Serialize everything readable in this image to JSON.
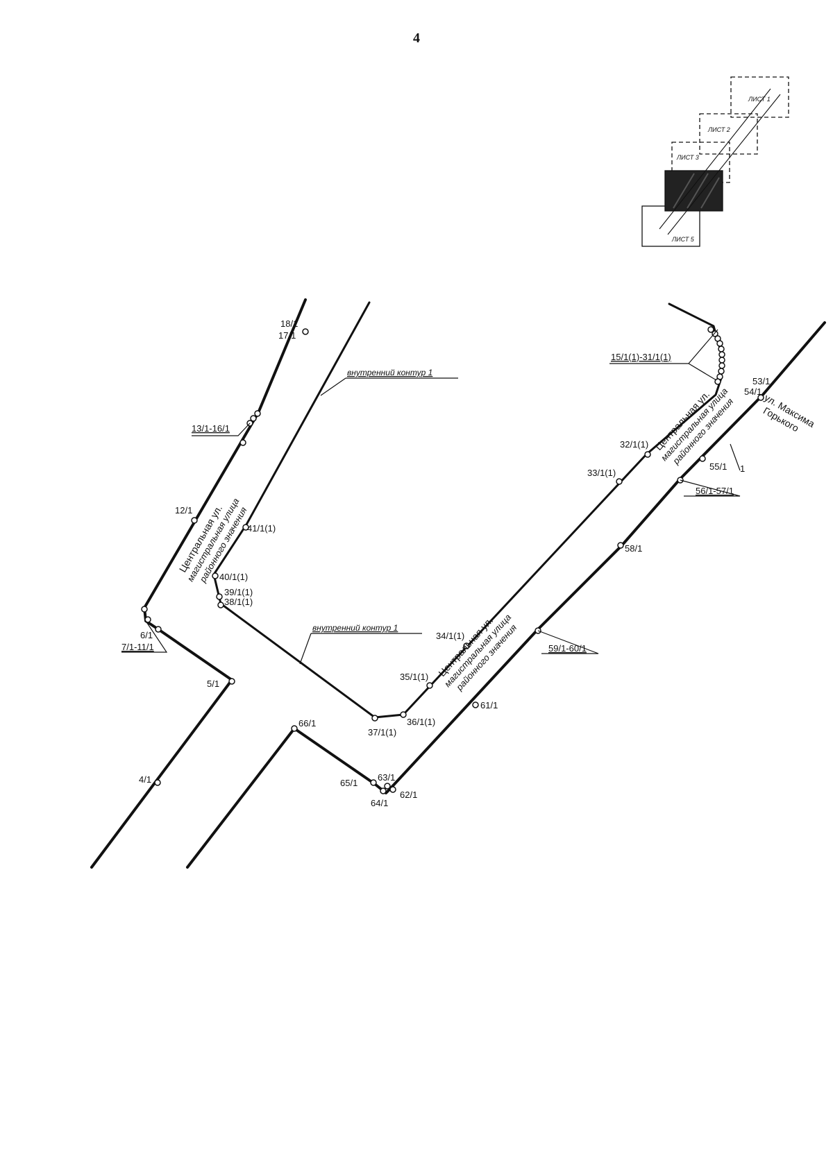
{
  "page_number": "4",
  "index_map": {
    "sheets": [
      "ЛИСТ 1",
      "ЛИСТ 2",
      "ЛИСТ 3",
      "ЛИСТ 5"
    ]
  },
  "contour_labels": [
    "внутренний контур 1",
    "внутренний контур 1"
  ],
  "streets": {
    "central_1": {
      "line1": "Центральная ул.",
      "line2": "магистральная улица",
      "line3": "районного значения"
    },
    "central_2": {
      "line1": "Центральная ул.",
      "line2": "магистральная улица",
      "line3": "районного значения"
    },
    "central_3": {
      "line1": "Центральная ул.",
      "line2": "магистральная улица",
      "line3": "районного значения"
    },
    "gorky": {
      "line1": "ул. Максима",
      "line2": "Горького"
    }
  },
  "point_labels": {
    "p18": "18/1",
    "p17": "17/1",
    "p13_16": "13/1-16/1",
    "p12": "12/1",
    "p6": "6/1",
    "p7_11": "7/1-11/1",
    "p5": "5/1",
    "p4": "4/1",
    "p41": "41/1(1)",
    "p40": "40/1(1)",
    "p39": "39/1(1)",
    "p38": "38/1(1)",
    "p37": "37/1(1)",
    "p36": "36/1(1)",
    "p35": "35/1(1)",
    "p34": "34/1(1)",
    "p33": "33/1(1)",
    "p32": "32/1(1)",
    "p15_31": "15/1(1)-31/1(1)",
    "p53": "53/1",
    "p54": "54/1",
    "p55": "55/1",
    "p56_57": "56/1-57/1",
    "p58": "58/1",
    "p59_60": "59/1-60/1",
    "p61": "61/1",
    "p62": "62/1",
    "p63": "63/1",
    "p64": "64/1",
    "p65": "65/1",
    "p66": "66/1",
    "p1": "1"
  }
}
